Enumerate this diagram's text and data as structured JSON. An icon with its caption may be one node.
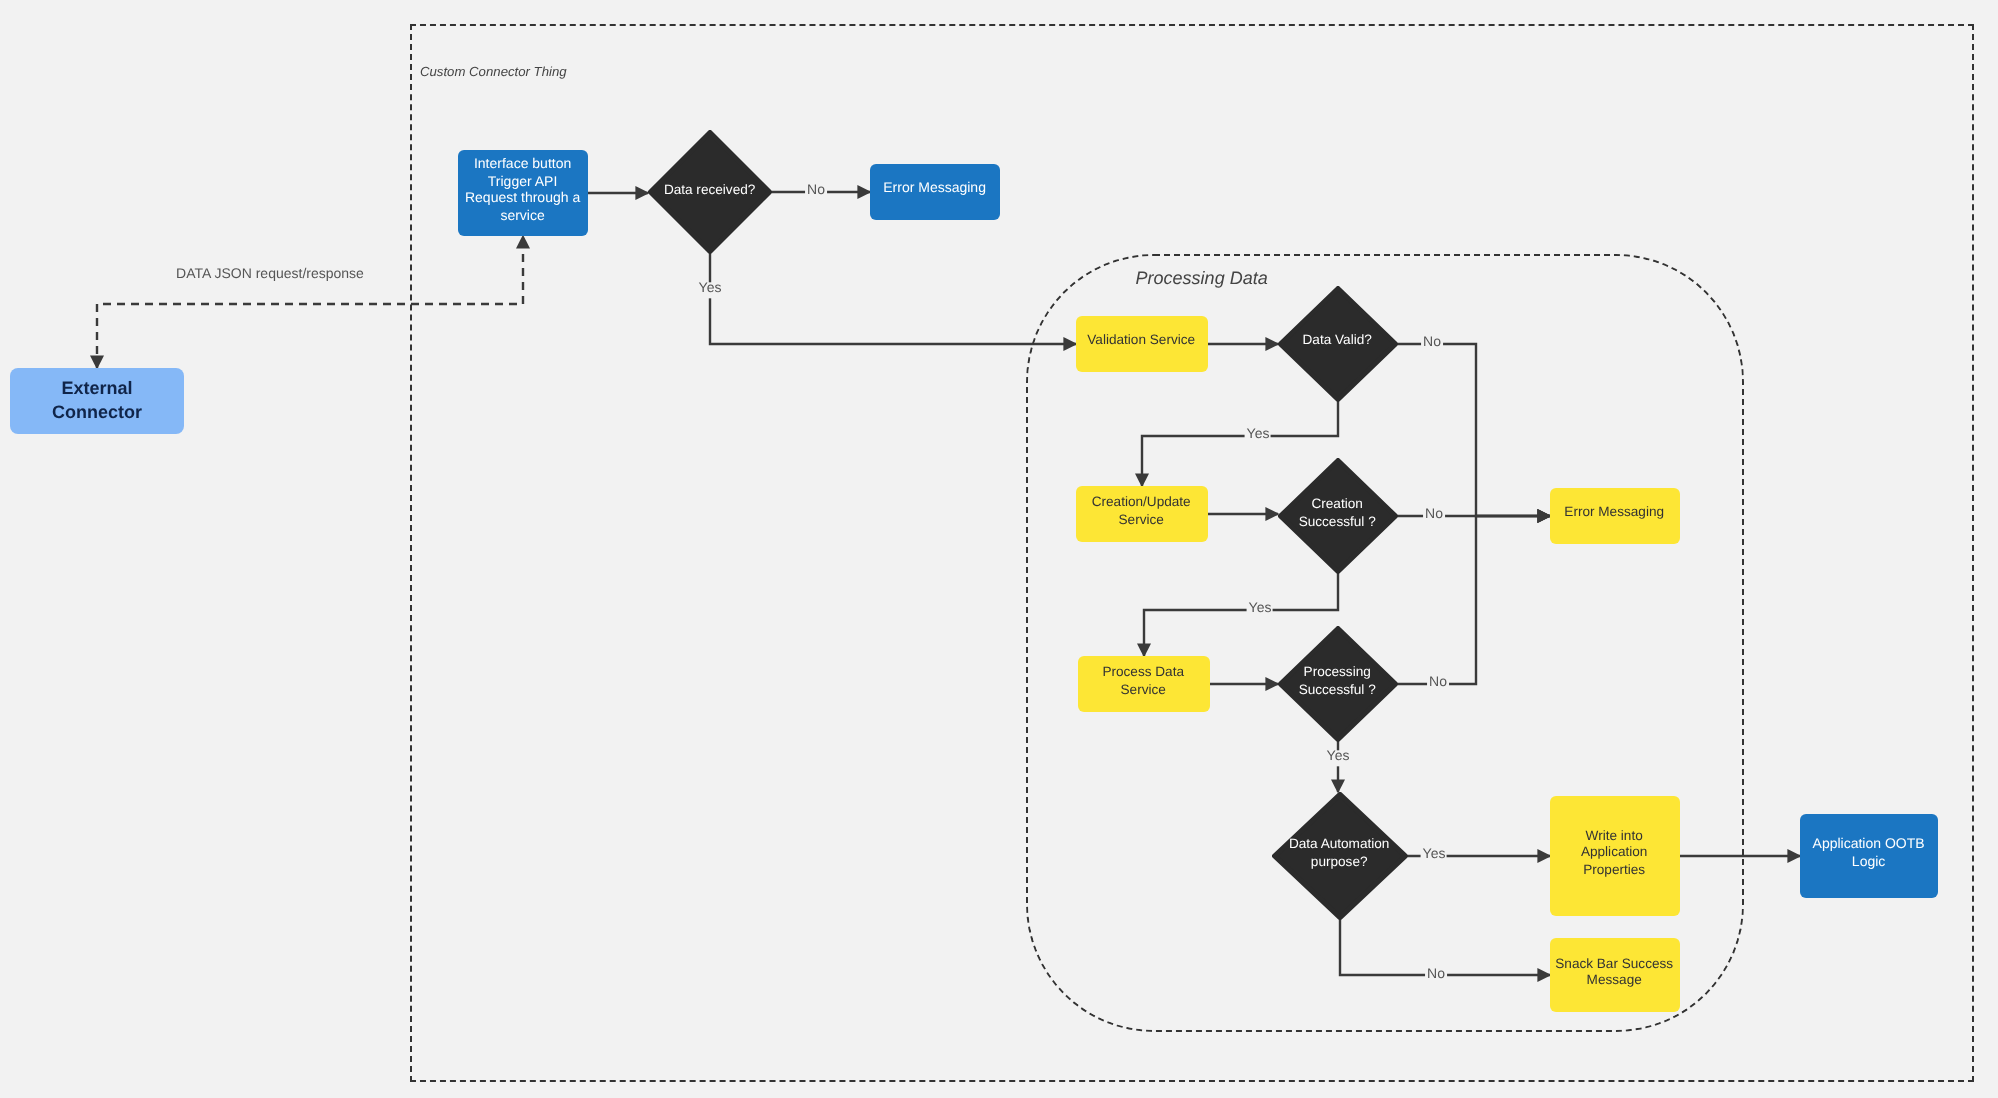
{
  "diagram": {
    "nodes": [
      {
        "text": [
          "Custom Connector Thing"
        ]
      },
      {
        "text": [
          "Processing Data"
        ],
        "in": 0
      },
      {
        "text": [
          "Interface button Trigger API Request through a service"
        ],
        "in": 0
      },
      {
        "text": [
          "Data received?"
        ],
        "in": 0
      },
      {
        "text": [
          "Error Messaging"
        ],
        "in": 0
      },
      {
        "text": [
          "External Connector"
        ]
      },
      {
        "text": [
          "Validation Service"
        ],
        "in": 1
      },
      {
        "text": [
          "Data Valid?"
        ],
        "in": 1
      },
      {
        "text": [
          "Creation/Update Service"
        ],
        "in": 1
      },
      {
        "text": [
          "Creation Successful ?"
        ],
        "in": 1
      },
      {
        "text": [
          "Error Messaging"
        ],
        "in": 1
      },
      {
        "text": [
          "Process Data Service"
        ],
        "in": 1
      },
      {
        "text": [
          "Processing Successful ?"
        ],
        "in": 1
      },
      {
        "text": [
          "Data Automation purpose?"
        ],
        "in": 1
      },
      {
        "text": [
          "Write into Application Properties"
        ],
        "in": 1
      },
      {
        "text": [
          "Snack Bar Success Message"
        ],
        "in": 1
      },
      {
        "text": [
          "Application OOTB Logic"
        ],
        "in": 0
      }
    ],
    "edges": [
      {
        "from": 2,
        "to": 3,
        "arrow": "to"
      },
      {
        "from": 3,
        "to": 4,
        "arrow": "to",
        "label": "No"
      },
      {
        "from": 3,
        "to": 6,
        "arrow": "to",
        "label": "Yes"
      },
      {
        "from": 5,
        "to": 2,
        "arrow": "both",
        "style": "dashed",
        "label": "DATA JSON request/response"
      },
      {
        "from": 6,
        "to": 7,
        "arrow": "to"
      },
      {
        "from": 7,
        "to": 10,
        "arrow": "to",
        "label": "No"
      },
      {
        "from": 7,
        "to": 8,
        "arrow": "to",
        "label": "Yes"
      },
      {
        "from": 8,
        "to": 9,
        "arrow": "to"
      },
      {
        "from": 9,
        "to": 10,
        "arrow": "to",
        "label": "No"
      },
      {
        "from": 9,
        "to": 11,
        "arrow": "to",
        "label": "Yes"
      },
      {
        "from": 11,
        "to": 12,
        "arrow": "to"
      },
      {
        "from": 12,
        "to": 10,
        "arrow": "to",
        "label": "No"
      },
      {
        "from": 12,
        "to": 13,
        "arrow": "to",
        "label": "Yes"
      },
      {
        "from": 13,
        "to": 14,
        "arrow": "to",
        "label": "Yes"
      },
      {
        "from": 13,
        "to": 15,
        "arrow": "to",
        "label": "No"
      },
      {
        "from": 14,
        "to": 16,
        "arrow": "to"
      }
    ]
  }
}
